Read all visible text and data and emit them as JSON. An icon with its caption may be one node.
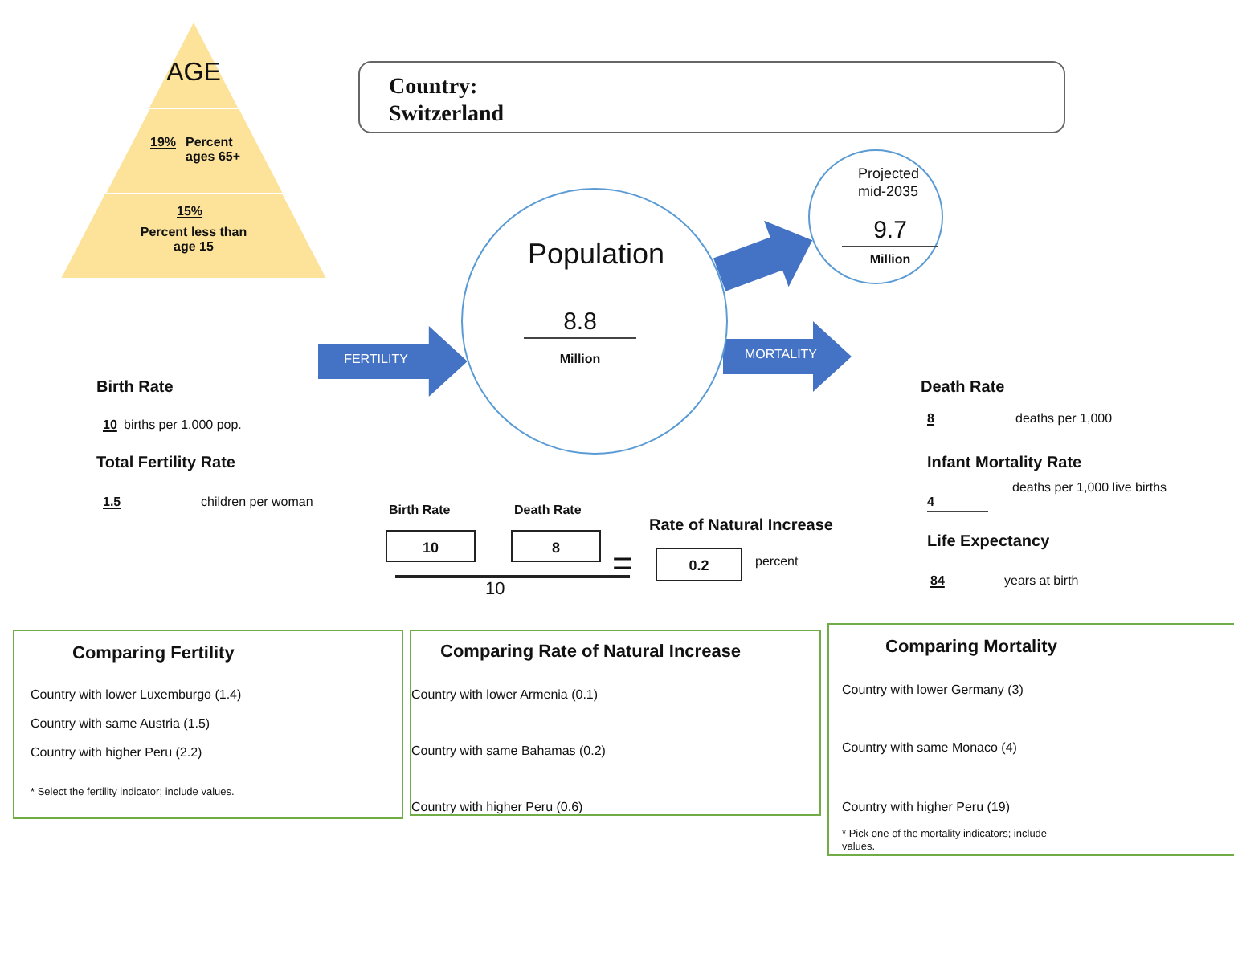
{
  "diagram": {
    "nodes": [
      {
        "text": [
          "AGE"
        ]
      },
      {
        "text": [
          "19%",
          "Percent ages 65+"
        ]
      },
      {
        "text": [
          "15%",
          "Percent less than age 15"
        ]
      },
      {
        "text": [
          "Country:",
          "Switzerland"
        ]
      },
      {
        "text": [
          "Population",
          "8.8",
          "Million"
        ]
      },
      {
        "text": [
          "Projected mid-2035",
          "9.7",
          "Million"
        ]
      },
      {
        "text": [
          "Birth Rate",
          "10"
        ]
      },
      {
        "text": [
          "Death Rate",
          "8"
        ]
      },
      {
        "text": [
          "Rate of Natural Increase",
          "0.2"
        ],
        "beside": [
          "percent"
        ]
      },
      {
        "text": [
          "Comparing Fertility",
          "Country with lower Luxemburgo (1.4)",
          "Country with same Austria (1.5)",
          "Country with higher Peru (2.2)",
          "* Select the fertility indicator; include values."
        ]
      },
      {
        "text": [
          "Comparing Rate of Natural Increase",
          "Country with lower Armenia (0.1)",
          "Country with same Bahamas (0.2)",
          "Country with higher Peru (0.6)"
        ]
      },
      {
        "text": [
          "Comparing Mortality",
          "Country with lower Germany (3)",
          "Country with same Monaco (4)",
          "Country with higher Peru (19)",
          "* Pick one of the mortality indicators; include values."
        ]
      }
    ],
    "edges": [
      {
        "from": null,
        "to": 4,
        "arrow": "to",
        "label": "FERTILITY",
        "style": "thick"
      },
      {
        "from": 4,
        "to": 5,
        "arrow": "to",
        "style": "thick"
      },
      {
        "from": 4,
        "to": null,
        "arrow": "to",
        "label": "MORTALITY",
        "style": "thick"
      }
    ],
    "labels": [
      "Birth Rate",
      "10",
      "births per 1,000 pop.",
      "Total Fertility Rate",
      "1.5",
      "children per woman",
      "Death Rate",
      "8",
      "deaths per 1,000",
      "Infant Mortality Rate",
      "4",
      "deaths per 1,000 live births",
      "Life Expectancy",
      "84",
      "years at birth",
      "10",
      "="
    ]
  }
}
